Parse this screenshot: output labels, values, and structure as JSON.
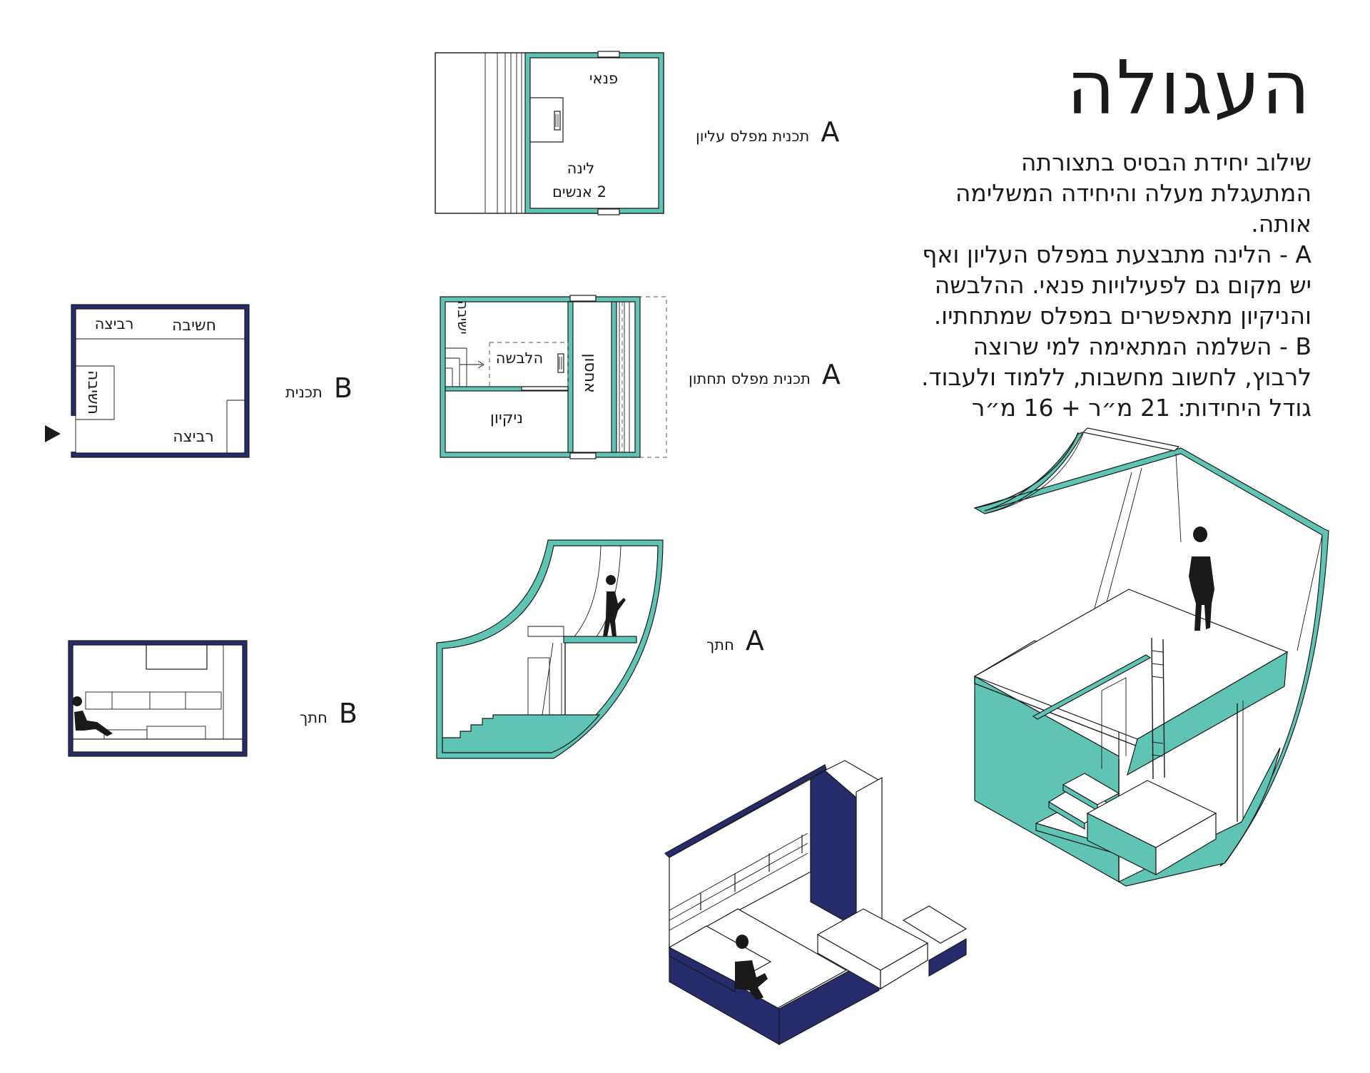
{
  "title": "העגולה",
  "description": {
    "lines": [
      "שילוב יחידת הבסיס בתצורתה",
      "המתעגלת מעלה והיחידה המשלימה",
      "אותה.",
      "A - הלינה מתבצעת במפלס העליון ואף",
      "יש מקום גם לפעילויות פנאי. ההלבשה",
      "והניקיון מתאפשרים במפלס שמתחתיו.",
      "B - השלמה המתאימה למי שרוצה",
      "לרבוץ, לחשוב מחשבות, ללמוד ולעבוד.",
      "גודל היחידות: 21 מ״ר + 16 מ״ר"
    ]
  },
  "labels": {
    "a_upper": {
      "letter": "A",
      "text": "תכנית מפלס עליון"
    },
    "a_lower": {
      "letter": "A",
      "text": "תכנית מפלס תחתון"
    },
    "a_section": {
      "letter": "A",
      "text": "חתך"
    },
    "b_plan": {
      "letter": "B",
      "text": "תכנית"
    },
    "b_section": {
      "letter": "B",
      "text": "חתך"
    }
  },
  "rooms": {
    "upper": {
      "leisure": "פנאי",
      "sleep": "לינה",
      "people": "2 אנשים"
    },
    "lower": {
      "seat": "ישיבה",
      "dress": "הלבשה",
      "storage": "אחסון",
      "clean": "ניקיון"
    },
    "b": {
      "lounge1": "רביצה",
      "think1": "חשיבה",
      "think2": "חשיבה",
      "lounge2": "רביצה"
    }
  },
  "colors": {
    "teal": "#5fc4b4",
    "navy": "#252b6b",
    "ink": "#1a1a1a"
  }
}
